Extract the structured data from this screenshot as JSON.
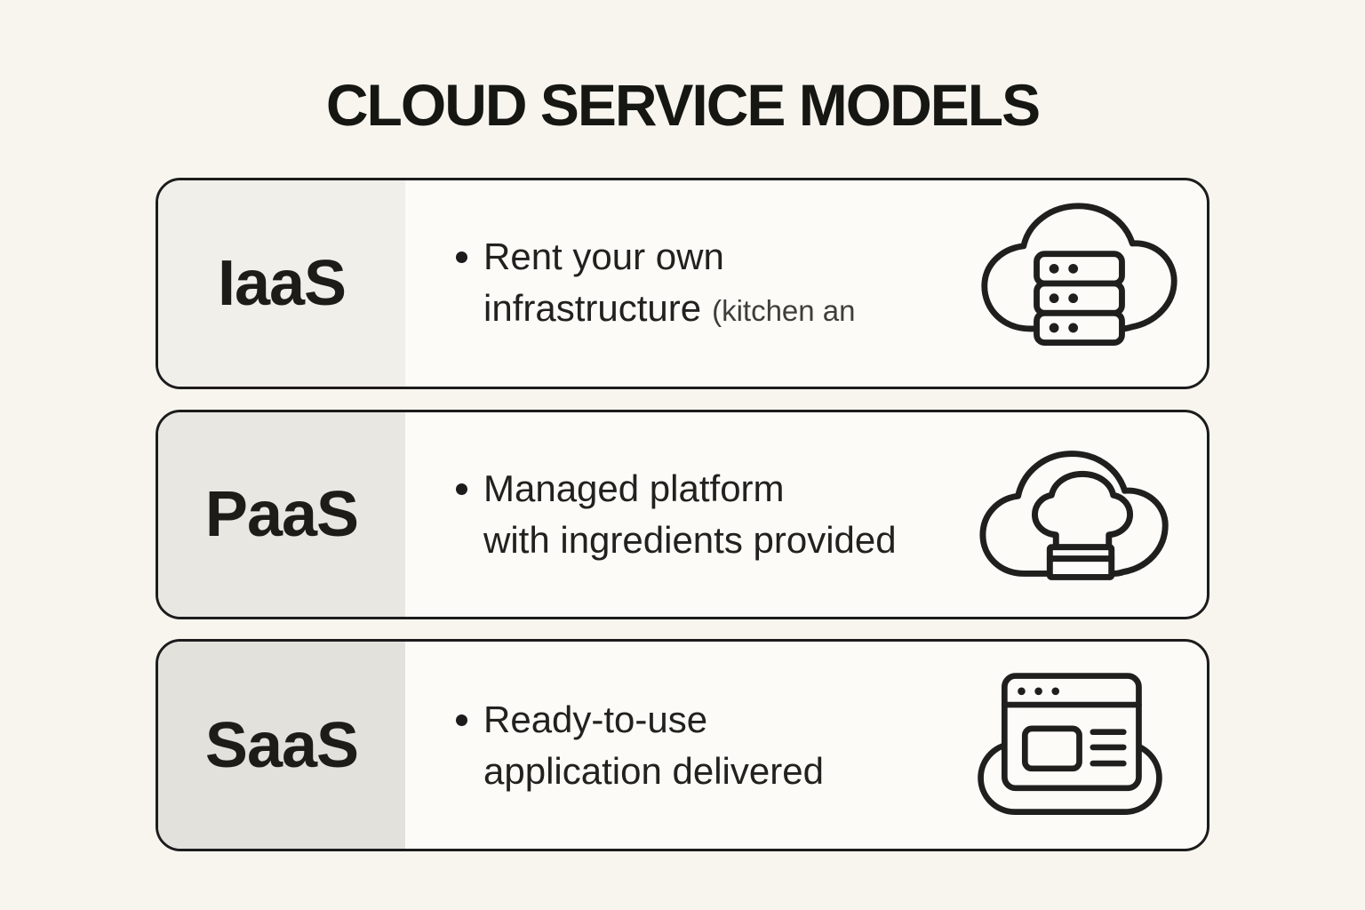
{
  "title": "CLOUD SERVICE MODELS",
  "rows": [
    {
      "label": "IaaS",
      "bullet_line1": "Rent your own",
      "bullet_line2": "infrastructure",
      "bullet_suffix": "(kitchen an",
      "icon": "cloud-server-icon"
    },
    {
      "label": "PaaS",
      "bullet_line1": "Managed platform",
      "bullet_line2": "with ingredients provided",
      "bullet_suffix": "",
      "icon": "cloud-chef-hat-icon"
    },
    {
      "label": "SaaS",
      "bullet_line1": "Ready-to-use",
      "bullet_line2": "application delivered",
      "bullet_suffix": "",
      "icon": "browser-on-plate-icon"
    }
  ],
  "colors": {
    "page_background": "#f8f5ef",
    "card_background": "#fcfbf8",
    "panel_iaas": "#f0efea",
    "panel_paas": "#e9e7e2",
    "panel_saas": "#e3e1dc",
    "border": "#1c1c1c",
    "text": "#22211d",
    "suffix_text": "#3f3e39"
  }
}
